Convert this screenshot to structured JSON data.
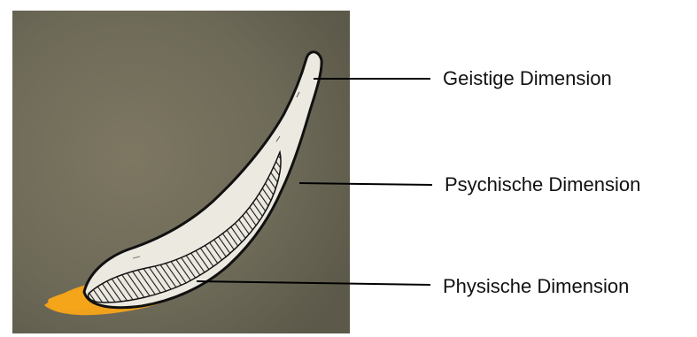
{
  "labels": {
    "geistig": "Geistige Dimension",
    "psychisch": "Psychische Dimension",
    "physisch": "Physische Dimension"
  },
  "colors": {
    "canvas_background": "#6e6a58",
    "orange_shape": "#f0a21c",
    "white_shape": "#ece9e1",
    "outline": "#111111",
    "leader_line": "#000000"
  }
}
